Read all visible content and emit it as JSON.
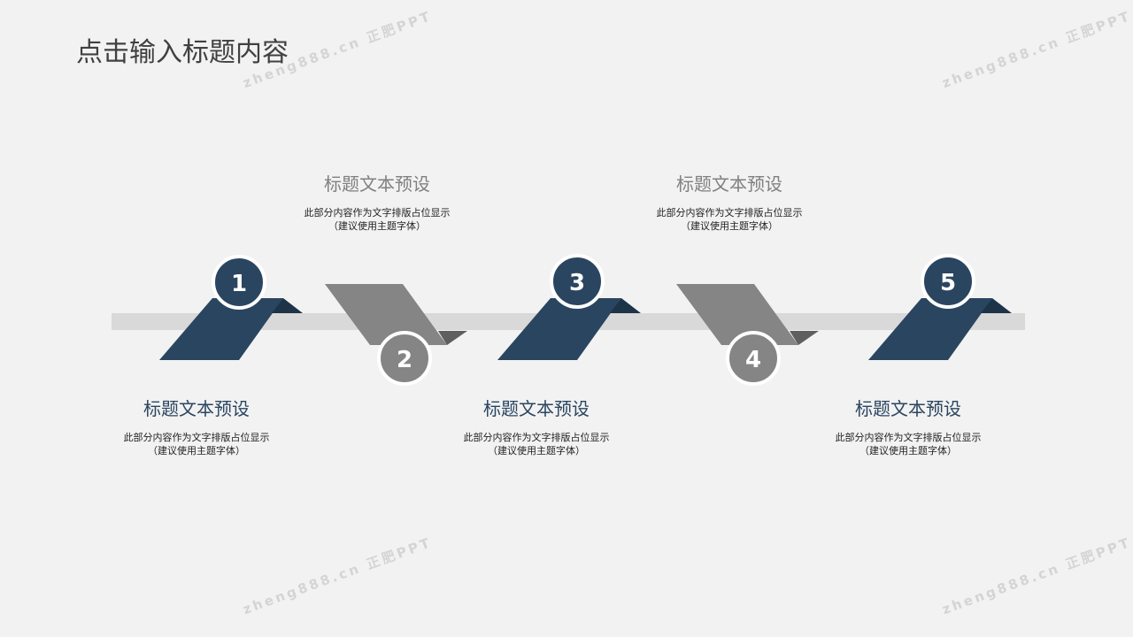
{
  "title": "点击输入标题内容",
  "watermark": "zheng888.cn 正肥PPT",
  "steps": [
    {
      "num": "1",
      "heading": "标题文本预设",
      "desc1": "此部分内容作为文字排版占位显示",
      "desc2": "（建议使用主题字体）"
    },
    {
      "num": "2",
      "heading": "标题文本预设",
      "desc1": "此部分内容作为文字排版占位显示",
      "desc2": "（建议使用主题字体）"
    },
    {
      "num": "3",
      "heading": "标题文本预设",
      "desc1": "此部分内容作为文字排版占位显示",
      "desc2": "（建议使用主题字体）"
    },
    {
      "num": "4",
      "heading": "标题文本预设",
      "desc1": "此部分内容作为文字排版占位显示",
      "desc2": "（建议使用主题字体）"
    },
    {
      "num": "5",
      "heading": "标题文本预设",
      "desc1": "此部分内容作为文字排版占位显示",
      "desc2": "（建议使用主题字体）"
    }
  ],
  "colors": {
    "blue": "#2a4560",
    "gray": "#858585",
    "bar": "#d9d9d9"
  }
}
